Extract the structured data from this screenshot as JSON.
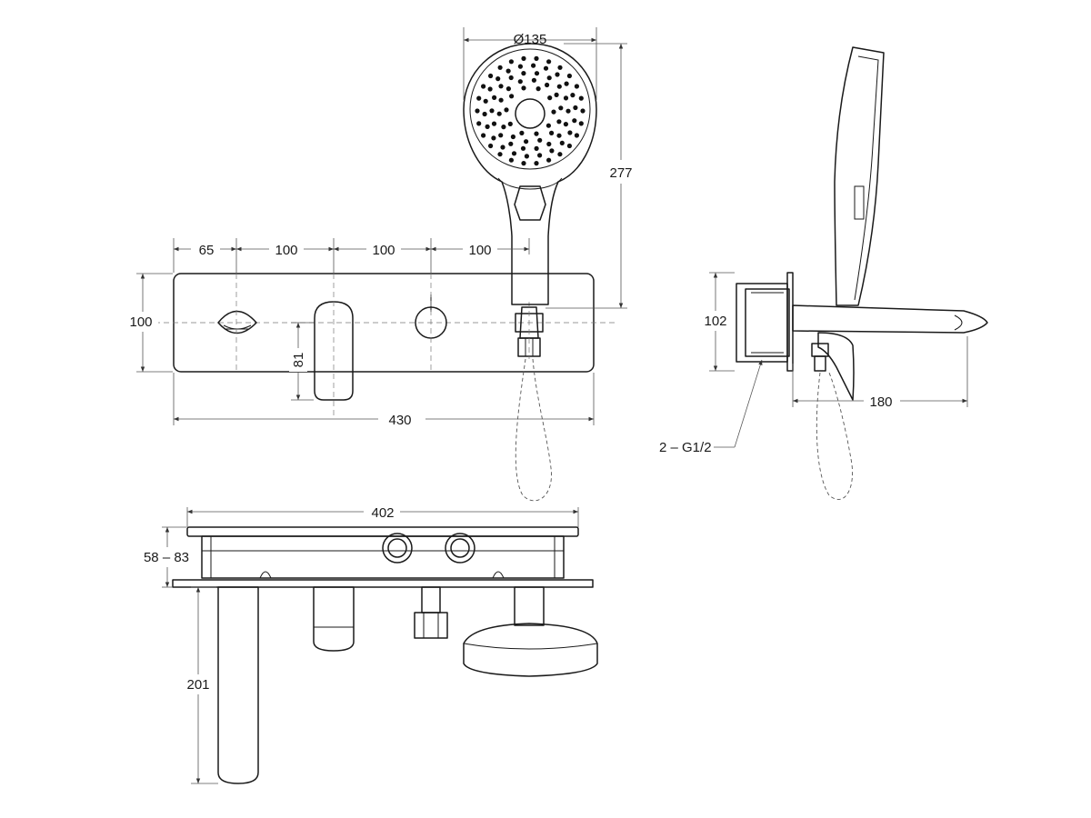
{
  "dimensions": {
    "spray_diameter": "Ø135",
    "hand_shower_height": "277",
    "spacing_1": "65",
    "spacing_2": "100",
    "spacing_3": "100",
    "spacing_4": "100",
    "plate_height": "100",
    "lever_height": "81",
    "plate_width": "430",
    "side_height": "102",
    "spout_projection": "180",
    "thread_spec": "2 – G1/2",
    "box_width": "402",
    "wall_depth": "58 – 83",
    "spout_length": "201"
  }
}
